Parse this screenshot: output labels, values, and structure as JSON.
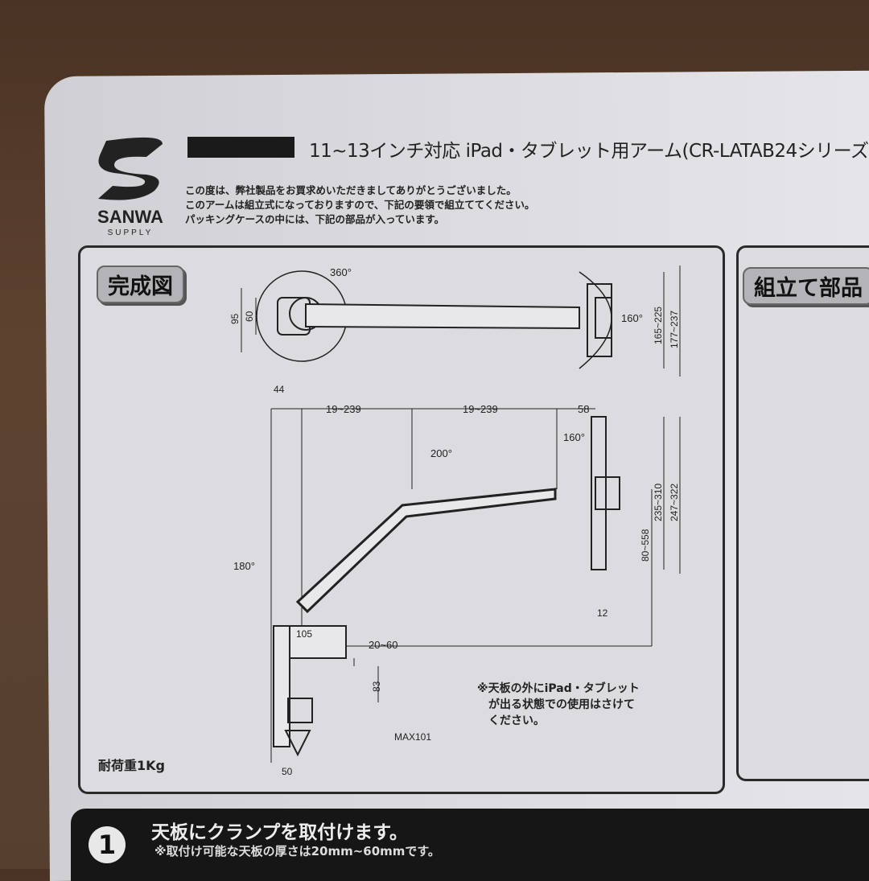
{
  "brand": {
    "logo_text": "SANWA SUPPLY"
  },
  "header": {
    "title": "11~13インチ対応 iPad・タブレット用アーム(CR-LATAB24シリーズ",
    "intro": [
      "この度は、弊社製品をお買求めいただきましてありがとうございました。",
      "このアームは組立式になっておりますので、下記の要領で組立ててください。",
      "パッキングケースの中には、下記の部品が入っています。"
    ]
  },
  "panel_complete": {
    "heading": "完成図",
    "top_view": {
      "rotation": "360°",
      "d95": "95",
      "d60": "60",
      "tilt": "160°",
      "d1": "165~225",
      "d2": "177~237"
    },
    "side_view": {
      "d44": "44",
      "arm1": "19~239",
      "arm2": "19~239",
      "d58": "58",
      "tilt": "160°",
      "rot200": "200°",
      "d235": "235~310",
      "d247": "247~322",
      "d80": "80~558",
      "rot180": "180°",
      "d12": "12",
      "d105": "105",
      "d2060": "20~60",
      "d83": "83",
      "max": "MAX101",
      "d50": "50"
    },
    "note": [
      "※天板の外にiPad・タブレット",
      "が出る状態での使用はさけて",
      "ください。"
    ],
    "load": "耐荷重1Kg"
  },
  "panel_parts": {
    "heading": "組立て部品"
  },
  "step1": {
    "number": "1",
    "title": "天板にクランプを取付けます。",
    "note": "※取付け可能な天板の厚さは20mm~60mmです。"
  }
}
